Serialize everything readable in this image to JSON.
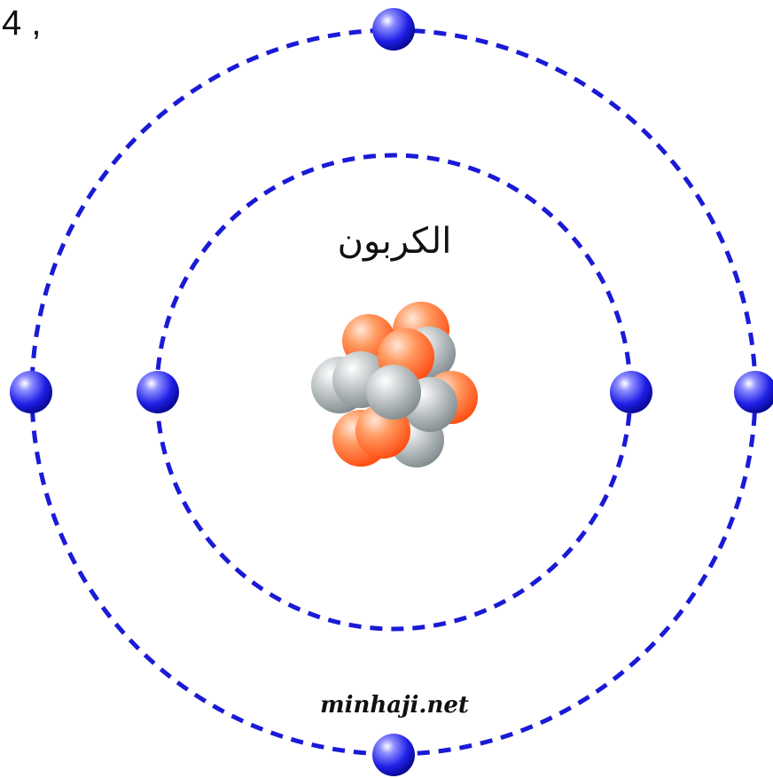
{
  "label": "4 ,",
  "element_name": "الكربون",
  "watermark": "minhaji.net",
  "colors": {
    "orbit": "#1a1ad6",
    "electron": "#2a2af0",
    "proton": "#ff7a33",
    "neutron": "#a9b1b3"
  },
  "shells": [
    {
      "name": "inner-shell",
      "electrons": 2
    },
    {
      "name": "outer-shell",
      "electrons": 4
    }
  ],
  "nucleus": {
    "protons": 6,
    "neutrons": 6
  }
}
